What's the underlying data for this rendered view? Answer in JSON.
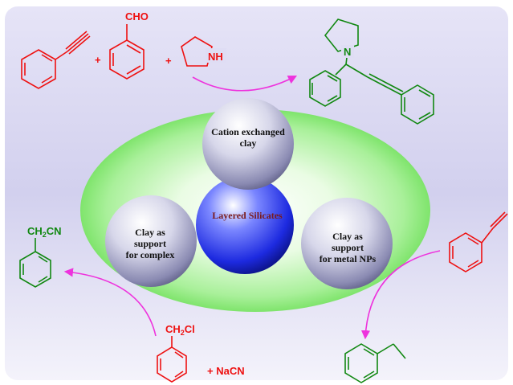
{
  "colors": {
    "reactant": "#ee1111",
    "product": "#118811",
    "arrow": "#ee33dd",
    "panel_light": "#f2f0fb",
    "panel_dark": "#c8c6ea",
    "ellipse": "#88ee77",
    "center_sphere": "#2233ee",
    "grey_sphere": "#8e8eb4",
    "center_label": "#7a1a1a",
    "sphere_label": "#111111"
  },
  "spheres": {
    "center": {
      "label": "Layered Silicates"
    },
    "top": {
      "line1": "Cation exchanged",
      "line2": "clay"
    },
    "left": {
      "line1": "Clay as",
      "line2": "support",
      "line3": "for complex"
    },
    "right": {
      "line1": "Clay as",
      "line2": "support",
      "line3": "for metal NPs"
    }
  },
  "reactions": {
    "a3_coupling": {
      "reactants": [
        "phenylacetylene",
        "benzaldehyde",
        "pyrrolidine"
      ],
      "cho_label": "CHO",
      "nh_label": "NH",
      "plus1": "+",
      "plus2": "+",
      "product": "propargylamine",
      "n_label": "N"
    },
    "cyanation": {
      "reactant_group": "CH",
      "reactant_sub": "2",
      "reactant_tail": "Cl",
      "reagent": "+ NaCN",
      "product_group": "CH",
      "product_sub": "2",
      "product_tail": "CN"
    },
    "hydrogenation": {
      "reactant": "styrene",
      "product": "ethylbenzene"
    }
  }
}
